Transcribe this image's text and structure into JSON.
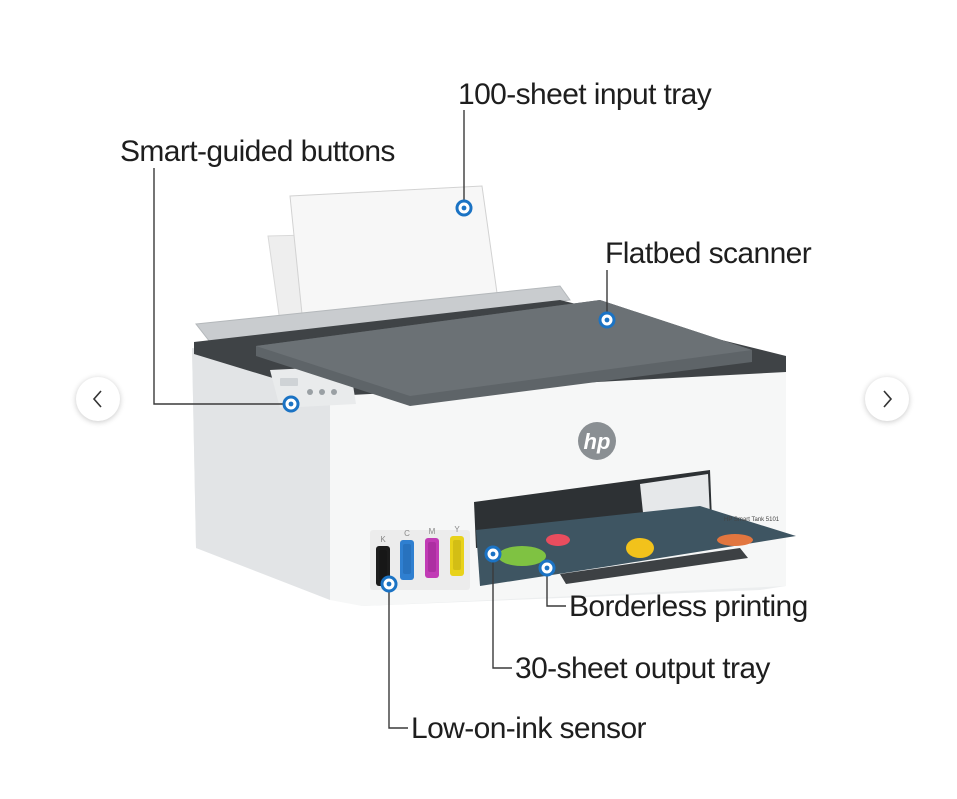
{
  "carousel": {
    "prev_icon": "chevron-left-icon",
    "next_icon": "chevron-right-icon"
  },
  "product": {
    "brand_logo": "hp",
    "model_badge": "HP Smart Tank 5101",
    "ink_labels": [
      "K",
      "C",
      "M",
      "Y"
    ],
    "ink_colors": [
      "#1c1c1c",
      "#2f7fd0",
      "#c13bb5",
      "#e8d21a"
    ]
  },
  "callouts": {
    "input_tray": "100-sheet input tray",
    "smart_buttons": "Smart-guided buttons",
    "flatbed": "Flatbed scanner",
    "borderless": "Borderless printing",
    "output_tray": "30-sheet output tray",
    "ink_sensor": "Low-on-ink sensor"
  },
  "colors": {
    "marker": "#1b73c4",
    "leader_line": "#3a3a3a",
    "lid": "#5e6468",
    "body": "#f2f3f4"
  }
}
